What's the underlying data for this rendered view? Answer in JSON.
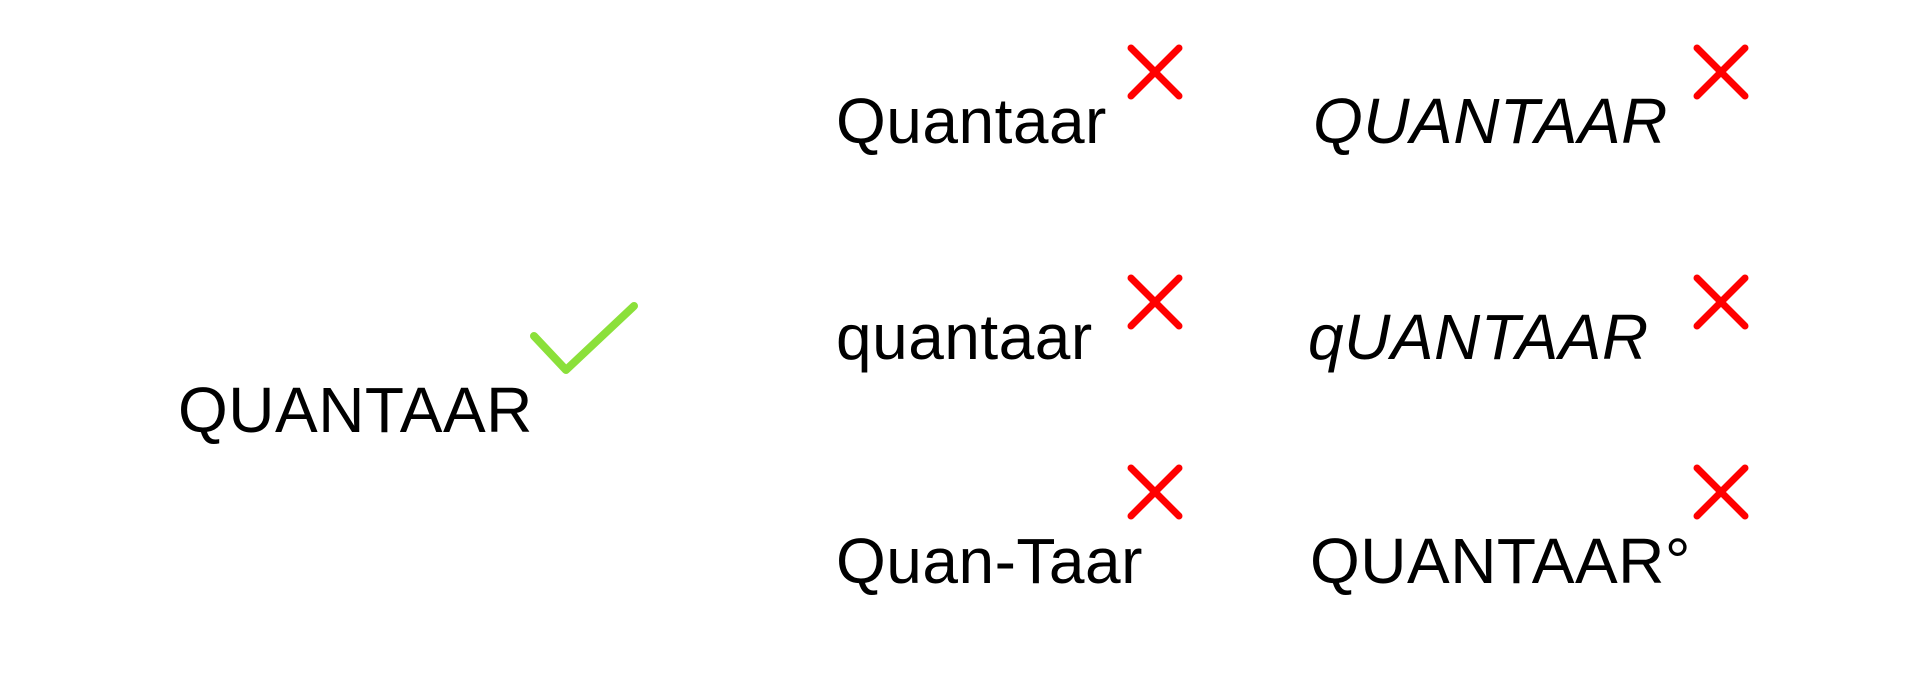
{
  "correct": {
    "text": "QUANTAAR",
    "mark_icon": "checkmark-icon",
    "mark_color": "#8be03a"
  },
  "incorrect": [
    {
      "text": "Quantaar",
      "italic": false,
      "mark_icon": "cross-icon"
    },
    {
      "text": "QUANTAAR",
      "italic": true,
      "mark_icon": "cross-icon"
    },
    {
      "text": "quantaar",
      "italic": false,
      "mark_icon": "cross-icon"
    },
    {
      "text": "qUANTAAR",
      "italic": true,
      "mark_icon": "cross-icon"
    },
    {
      "text": "Quan-Taar",
      "italic": false,
      "mark_icon": "cross-icon"
    },
    {
      "text": "QUANTAAR°",
      "italic": false,
      "mark_icon": "cross-icon"
    }
  ],
  "colors": {
    "text": "#000000",
    "cross": "#ff0000",
    "check": "#8be03a",
    "background": "#ffffff"
  }
}
